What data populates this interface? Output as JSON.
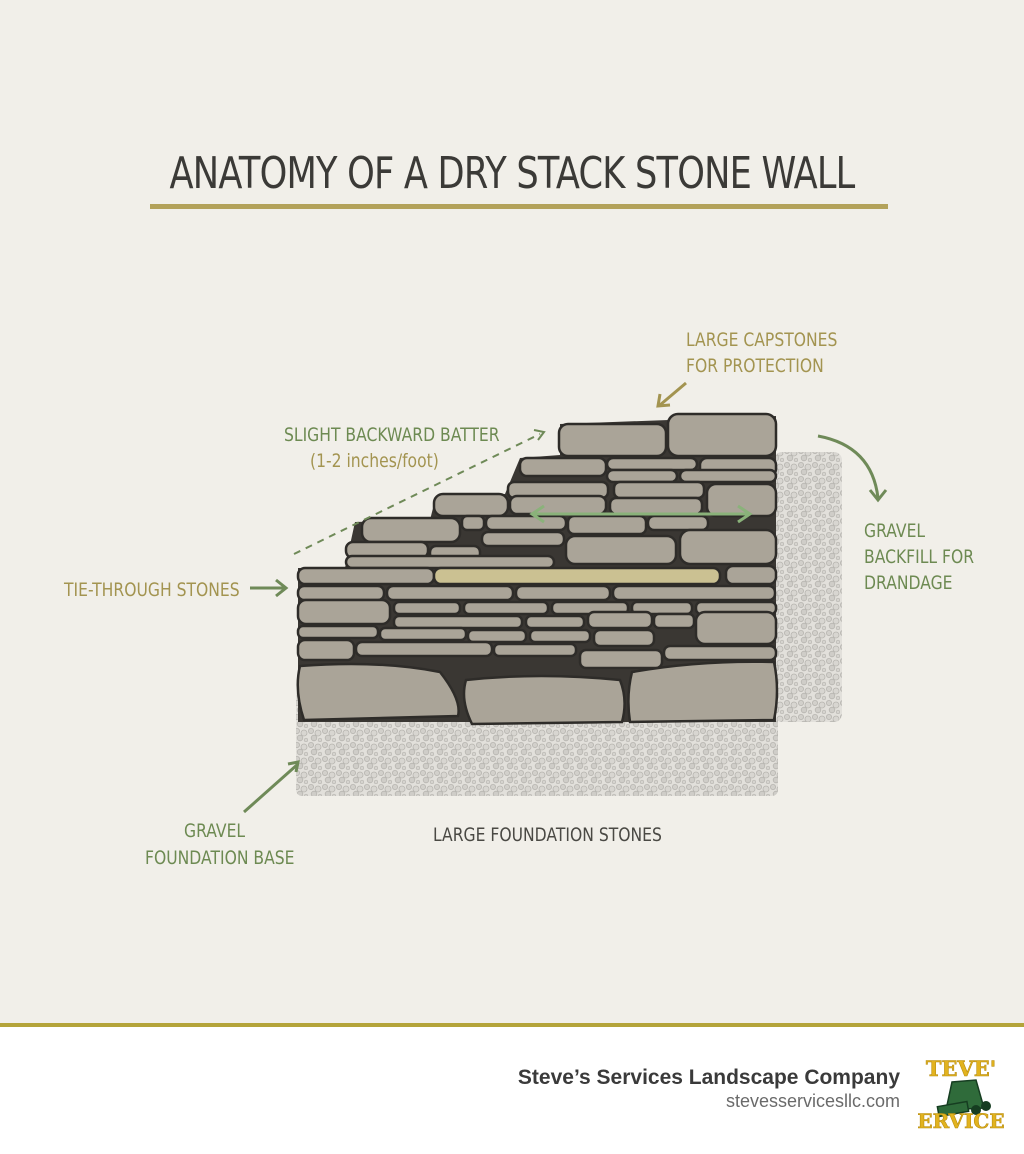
{
  "title": "ANATOMY OF A DRY STACK STONE WALL",
  "colors": {
    "background": "#f1efe9",
    "title_text": "#3b3a37",
    "accent_gold": "#b3a25a",
    "label_gold": "#a39450",
    "label_green": "#6d8a52",
    "stone_fill": "#a9a397",
    "stone_outline": "#2e2c29",
    "tie_through_highlight": "#cbc192",
    "gravel": "#c9c7c2",
    "footer_rule": "#b4a43a"
  },
  "labels": {
    "capstones": [
      "LARGE CAPSTONES",
      "FOR PROTECTION"
    ],
    "batter_title": "SLIGHT BACKWARD BATTER",
    "batter_detail": "(1-2 inches/foot)",
    "tie_through": "TIE-THROUGH STONES",
    "backfill": [
      "GRAVEL",
      "BACKFILL FOR",
      "DRANDAGE"
    ],
    "foundation_base": [
      "GRAVEL",
      "FOUNDATION BASE"
    ],
    "foundation_stones": "LARGE FOUNDATION STONES"
  },
  "icons": {
    "arrow_capstones": "arrow-down-left-icon",
    "arrow_batter": "dashed-arrow-up-right-icon",
    "arrow_tie_through": "arrow-right-icon",
    "arrow_backfill": "curved-arrow-down-icon",
    "arrow_foundation": "arrow-up-right-icon",
    "arrow_width": "double-headed-arrow-icon"
  },
  "footer": {
    "company": "Steve’s Services Landscape Company",
    "website": "stevesservicesllc.com",
    "logo_text_top": "TEVE'",
    "logo_text_bottom": "ERVICE"
  }
}
